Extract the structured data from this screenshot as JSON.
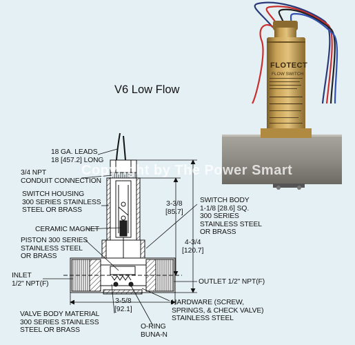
{
  "title": "V6 Low Flow",
  "watermark": "Copyright by The Power Smart",
  "switch_brand": "FLOTECT",
  "switch_subtitle": "FLOW SWITCH",
  "labels": {
    "leads": "18 GA. LEADS\n18 [457.2] LONG",
    "conduit": "3/4 NPT\nCONDUIT CONNECTION",
    "housing": "SWITCH HOUSING\n300 SERIES STAINLESS\nSTEEL OR BRASS",
    "magnet": "CERAMIC MAGNET",
    "piston": "PISTON 300 SERIES\nSTAINLESS STEEL\nOR BRASS",
    "inlet": "INLET\n1/2\" NPT(F)",
    "valve_body": "VALVE BODY MATERIAL\n300 SERIES STAINLESS\nSTEEL OR BRASS",
    "oring": "O-RING\nBUNA-N",
    "switch_body": "SWITCH BODY\n1-1/8 [28.6] SQ.\n300 SERIES\nSTAINLESS STEEL\nOR BRASS",
    "outlet": "OUTLET 1/2\" NPT(F)",
    "hardware": "HARDWARE (SCREW,\nSPRINGS, & CHECK VALVE)\nSTAINLESS STEEL"
  },
  "dimensions": {
    "d1": "3-3/8\n[85.7]",
    "d2": "4-3/4\n[120.7]",
    "d3": "3-5/8\n[92.1]"
  },
  "colors": {
    "background": "#e5f0f4",
    "brass": "#c9a256",
    "steel_block": "#8e8c84"
  }
}
